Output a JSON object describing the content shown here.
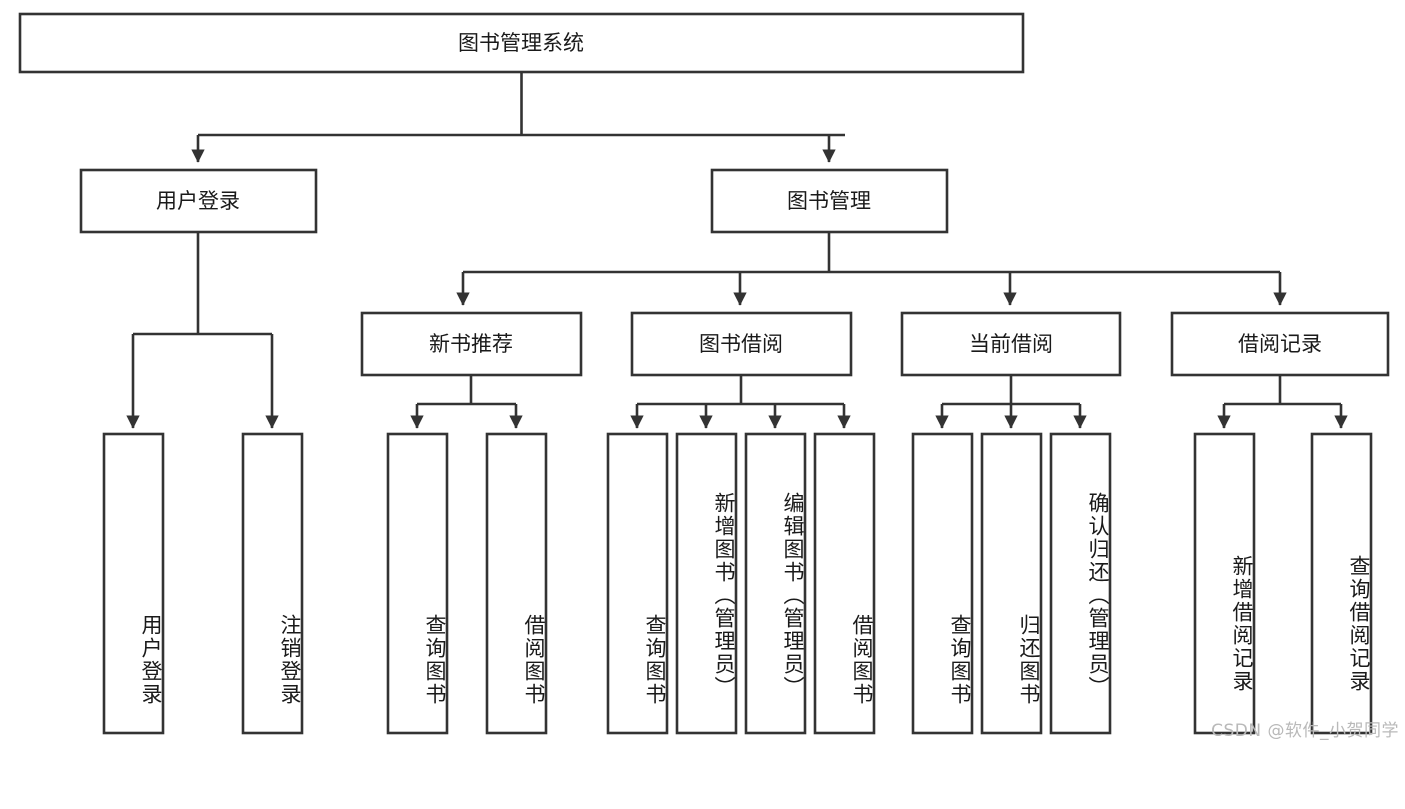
{
  "diagram": {
    "title": "图书管理系统",
    "type": "hierarchy-tree",
    "orientation": "top-down",
    "colors": {
      "box_stroke": "#333333",
      "box_fill": "#ffffff",
      "text": "#1a1a1a",
      "connector": "#333333",
      "watermark": "#b9b9b9",
      "background": "#ffffff"
    },
    "root": {
      "label": "图书管理系统"
    },
    "level1": [
      {
        "label": "用户登录"
      },
      {
        "label": "图书管理"
      }
    ],
    "level2": [
      {
        "label": "新书推荐"
      },
      {
        "label": "图书借阅"
      },
      {
        "label": "当前借阅"
      },
      {
        "label": "借阅记录"
      }
    ],
    "leaves": {
      "user_login": [
        {
          "label": "用户登录"
        },
        {
          "label": "注销登录"
        }
      ],
      "new_book_recommend": [
        {
          "label": "查询图书"
        },
        {
          "label": "借阅图书"
        }
      ],
      "book_borrow": [
        {
          "label": "查询图书"
        },
        {
          "label": "新增图书（管理员）"
        },
        {
          "label": "编辑图书（管理员）"
        },
        {
          "label": "借阅图书"
        }
      ],
      "current_borrow": [
        {
          "label": "查询图书"
        },
        {
          "label": "归还图书"
        },
        {
          "label": "确认归还（管理员）"
        }
      ],
      "borrow_record": [
        {
          "label": "新增借阅记录"
        },
        {
          "label": "查询借阅记录"
        }
      ]
    },
    "watermark": "CSDN @软件_小贺同学"
  }
}
